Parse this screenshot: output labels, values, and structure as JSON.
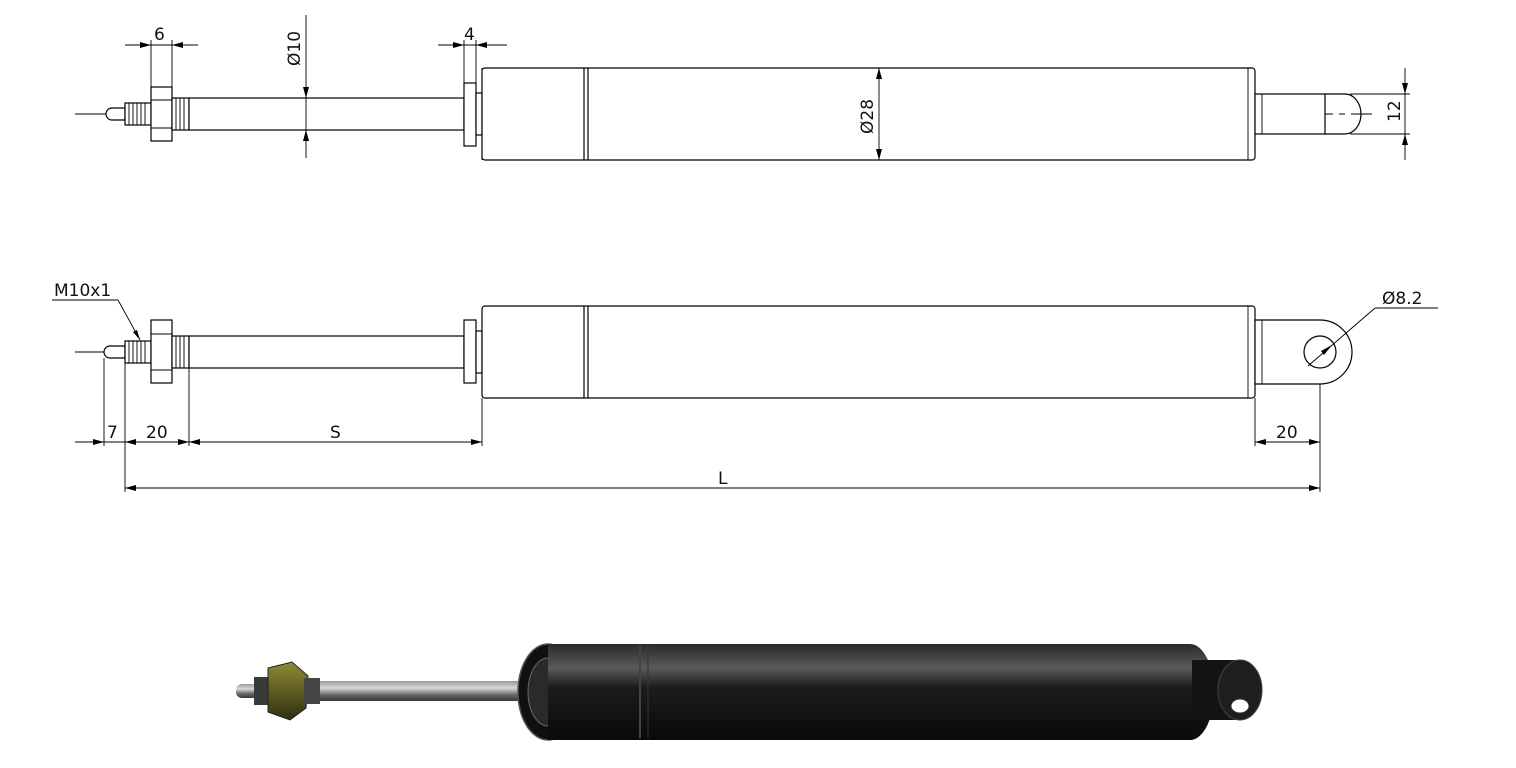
{
  "dimensions": {
    "top_nut_width": "6",
    "rod_diameter": "Ø10",
    "collar_width": "4",
    "body_diameter": "Ø28",
    "end_diameter": "12",
    "thread": "M10x1",
    "eye_hole_diameter": "Ø8.2",
    "tip_length": "7",
    "nut_offset": "20",
    "stroke": "S",
    "eye_offset": "20",
    "total_length": "L"
  },
  "colors": {
    "line": "#000000",
    "body_dark": "#151515",
    "body_highlight": "#5a5a5a",
    "rod": "#7a7a7a",
    "nut": "#6b6b2a"
  }
}
